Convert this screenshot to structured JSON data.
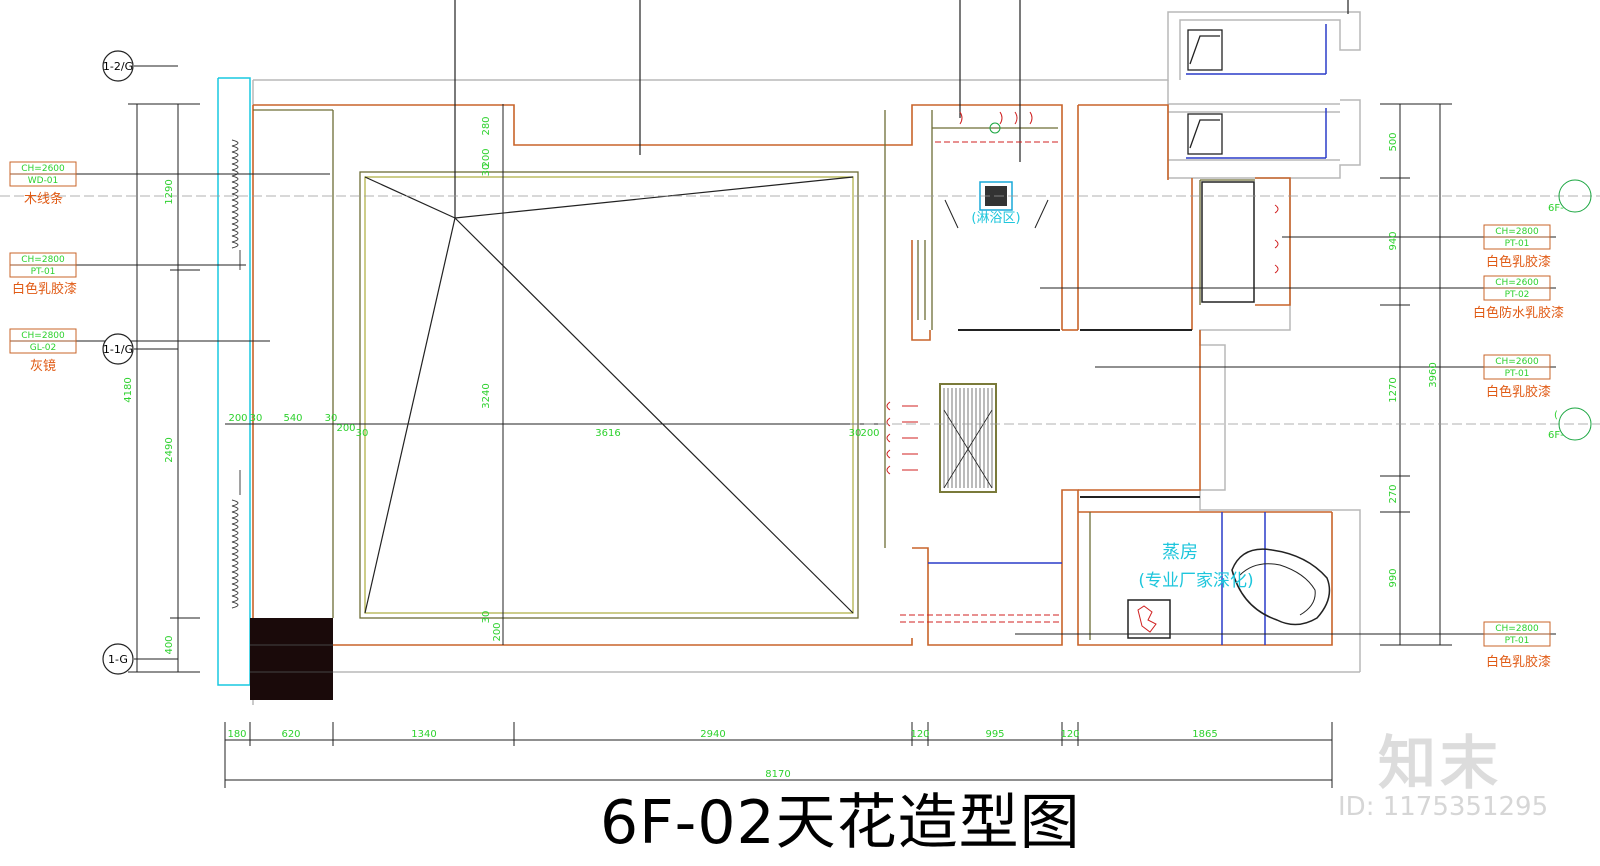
{
  "drawing": {
    "title": "6F-02天花造型图",
    "logo": "知末",
    "id_text": "ID: 1175351295",
    "axis_labels": {
      "top": "1-2/G",
      "middle": "1-1/G",
      "bottom": "1-G"
    },
    "left_callouts": [
      {
        "ch": "CH=2600",
        "code": "WD-01",
        "note": "木线条"
      },
      {
        "ch": "CH=2800",
        "code": "PT-01",
        "note": "白色乳胶漆"
      },
      {
        "ch": "CH=2800",
        "code": "GL-02",
        "note": "灰镜"
      }
    ],
    "right_callouts": [
      {
        "ch": "CH=2800",
        "code": "PT-01",
        "note": "白色乳胶漆"
      },
      {
        "ch": "CH=2600",
        "code": "PT-02",
        "note": "白色防水乳胶漆"
      },
      {
        "ch": "CH=2600",
        "code": "PT-01",
        "note": "白色乳胶漆"
      },
      {
        "ch": "CH=2800",
        "code": "PT-01",
        "note": "白色乳胶漆"
      }
    ],
    "rooms": {
      "shower": "(淋浴区)",
      "sauna": "蒸房",
      "sauna_note": "(专业厂家深化)"
    },
    "dims_bottom": [
      "180",
      "620",
      "1340",
      "2940",
      "120",
      "995",
      "120",
      "1865"
    ],
    "dim_total": "8170",
    "dims_left": [
      "1290",
      "2490",
      "400"
    ],
    "dim_left_total": "4180",
    "dims_right": [
      "500",
      "940",
      "1270",
      "270",
      "990"
    ],
    "dim_right_total": "3960",
    "dims_mid_horizontal": [
      "200",
      "30",
      "540",
      "30",
      "200",
      "30",
      "3616",
      "30",
      "200"
    ],
    "dims_mid_vertical": [
      "280",
      "30",
      "200",
      "3240",
      "30",
      "200"
    ],
    "edge_labels": {
      "right_top": "6F-",
      "right_bottom": "6F-",
      "right_mid": "("
    }
  }
}
